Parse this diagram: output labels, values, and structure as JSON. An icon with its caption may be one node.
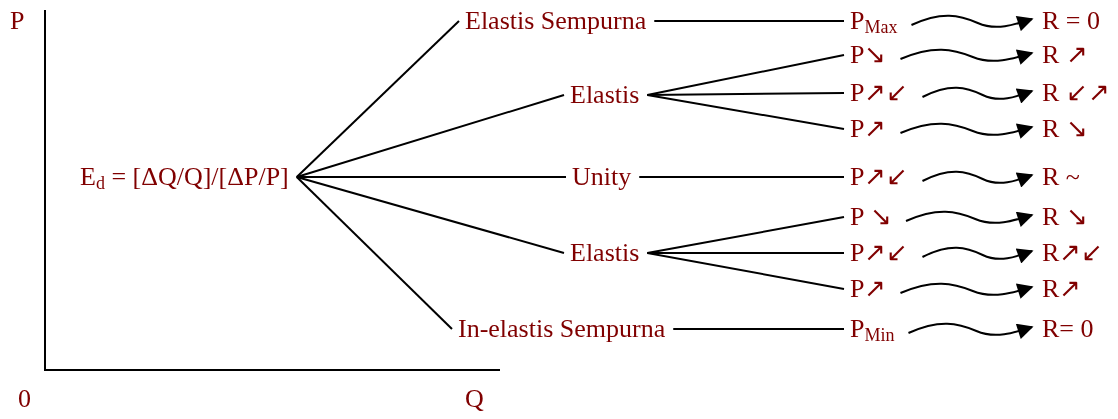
{
  "diagram": {
    "nodes": [
      {
        "text": [
          "E$_{d}$ =  [ΔQ/Q]/[ΔP/P]"
        ]
      },
      {
        "text": [
          "Elastis Sempurna"
        ]
      },
      {
        "text": [
          "Elastis"
        ]
      },
      {
        "text": [
          "Unity"
        ]
      },
      {
        "text": [
          "Elastis"
        ]
      },
      {
        "text": [
          "In-elastis Sempurna"
        ]
      },
      {
        "text": [
          "P$_{Max}$"
        ]
      },
      {
        "text": [
          "P↘"
        ]
      },
      {
        "text": [
          "P↗↙"
        ]
      },
      {
        "text": [
          "P↗"
        ]
      },
      {
        "text": [
          "P↗↙"
        ]
      },
      {
        "text": [
          "P ↘"
        ]
      },
      {
        "text": [
          "P↗↙"
        ]
      },
      {
        "text": [
          "P↗"
        ]
      },
      {
        "text": [
          "P$_{Min}$"
        ]
      },
      {
        "text": [
          "R = 0"
        ]
      },
      {
        "text": [
          "R ↗"
        ]
      },
      {
        "text": [
          "R ↙↗"
        ]
      },
      {
        "text": [
          "R ↘"
        ]
      },
      {
        "text": [
          "R ~"
        ]
      },
      {
        "text": [
          "R ↘"
        ]
      },
      {
        "text": [
          "R↗↙"
        ]
      },
      {
        "text": [
          "R↗"
        ]
      },
      {
        "text": [
          "R= 0"
        ]
      }
    ],
    "edges": [
      {
        "from": 0,
        "to": 1,
        "arrow": "none"
      },
      {
        "from": 0,
        "to": 2,
        "arrow": "none"
      },
      {
        "from": 0,
        "to": 3,
        "arrow": "none"
      },
      {
        "from": 0,
        "to": 4,
        "arrow": "none"
      },
      {
        "from": 0,
        "to": 5,
        "arrow": "none"
      },
      {
        "from": 1,
        "to": 6,
        "arrow": "none"
      },
      {
        "from": 2,
        "to": 7,
        "arrow": "none"
      },
      {
        "from": 2,
        "to": 8,
        "arrow": "none"
      },
      {
        "from": 2,
        "to": 9,
        "arrow": "none"
      },
      {
        "from": 3,
        "to": 10,
        "arrow": "none"
      },
      {
        "from": 4,
        "to": 11,
        "arrow": "none"
      },
      {
        "from": 4,
        "to": 12,
        "arrow": "none"
      },
      {
        "from": 4,
        "to": 13,
        "arrow": "none"
      },
      {
        "from": 5,
        "to": 14,
        "arrow": "none"
      },
      {
        "from": 6,
        "to": 15,
        "arrow": "to"
      },
      {
        "from": 7,
        "to": 16,
        "arrow": "to"
      },
      {
        "from": 8,
        "to": 17,
        "arrow": "to"
      },
      {
        "from": 9,
        "to": 18,
        "arrow": "to"
      },
      {
        "from": 10,
        "to": 19,
        "arrow": "to"
      },
      {
        "from": 11,
        "to": 20,
        "arrow": "to"
      },
      {
        "from": 12,
        "to": 21,
        "arrow": "to"
      },
      {
        "from": 13,
        "to": 22,
        "arrow": "to"
      },
      {
        "from": 14,
        "to": 23,
        "arrow": "to"
      }
    ],
    "labels": [
      "P",
      "0",
      "Q"
    ]
  }
}
